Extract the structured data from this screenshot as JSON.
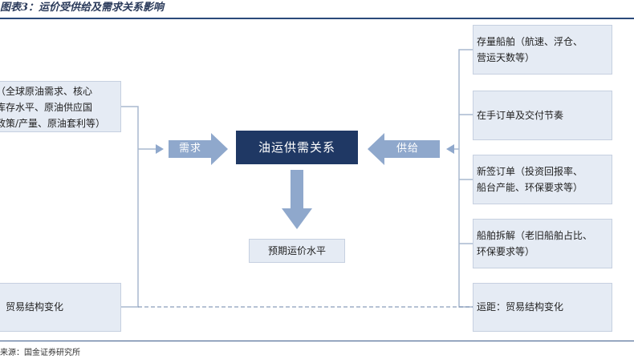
{
  "header": {
    "title": "图表3：运价受供给及需求关系影响"
  },
  "footer": {
    "source": "来源：国金证券研究所"
  },
  "center": {
    "label": "油运供需关系"
  },
  "demand": {
    "arrow_label": "需求",
    "items": [
      "全球原油需求（全球原油需求、核心地区库存水平、原油供应国政策/产量、原油套利等）",
      "贸易结构变化"
    ],
    "lines": [
      [
        "（全球原油需求、核心",
        "库存水平、原油供应国",
        "政策/产量、原油套利等）"
      ],
      [
        "贸易结构变化"
      ]
    ]
  },
  "supply": {
    "arrow_label": "供给",
    "lines": [
      [
        "存量船舶（航速、浮仓、",
        "营运天数等）"
      ],
      [
        "在手订单及交付节奏"
      ],
      [
        "新签订单（投资回报率、",
        "船台产能、环保要求等）"
      ],
      [
        "船舶拆解（老旧船舶占比、",
        "环保要求等）"
      ],
      [
        "运距：贸易结构变化"
      ]
    ]
  },
  "result": {
    "label": "预期运价水平"
  },
  "colors": {
    "navy": "#1f3864",
    "arrow": "#8fa8cc",
    "box_fill": "#e5ebf4",
    "connector": "#a9b8cf"
  }
}
